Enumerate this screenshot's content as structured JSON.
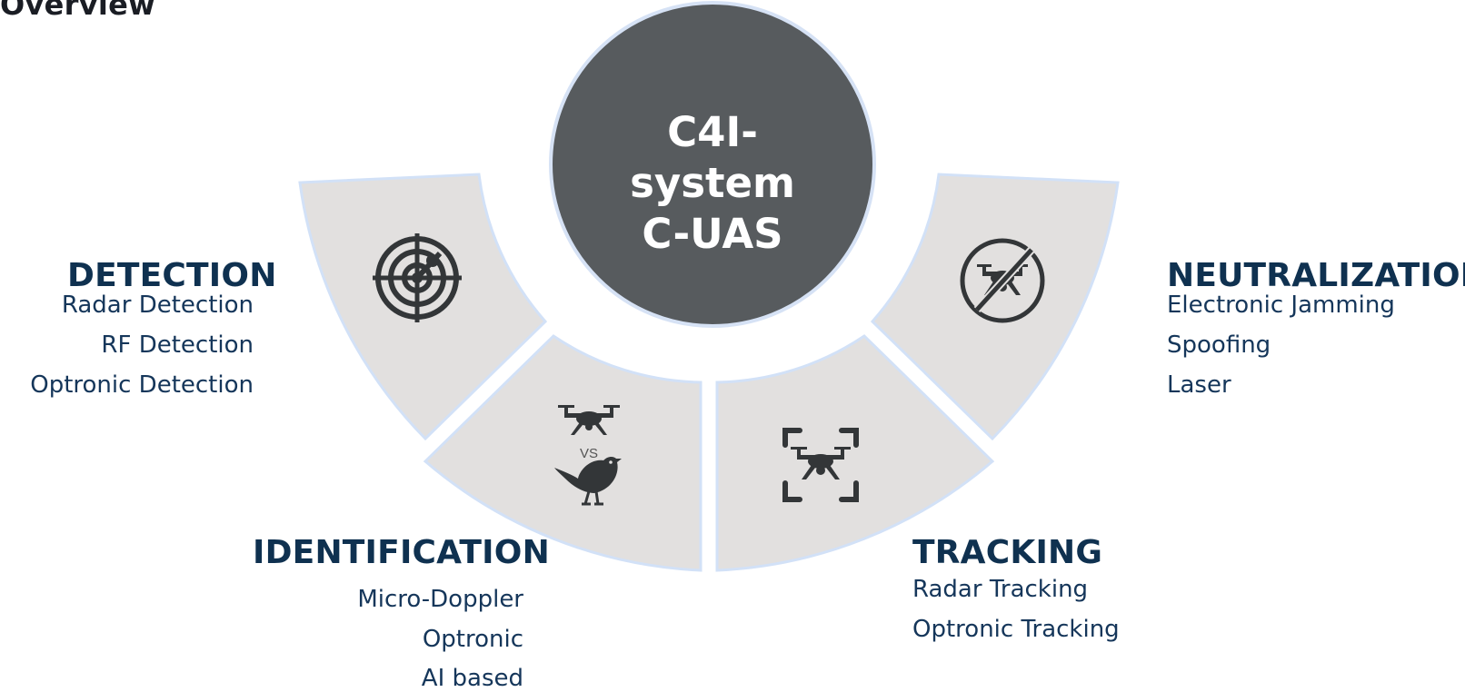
{
  "page": {
    "title": "Overview"
  },
  "center": {
    "lines": [
      "C4I-",
      "system",
      "C-UAS"
    ]
  },
  "sections": {
    "detection": {
      "heading": "DETECTION",
      "items": [
        "Radar Detection",
        "RF Detection",
        "Optronic Detection"
      ],
      "icon": "radar-icon"
    },
    "identification": {
      "heading": "IDENTIFICATION",
      "items": [
        "Micro-Doppler",
        "Optronic",
        "AI based"
      ],
      "icon": "drone-vs-bird-icon",
      "icon_text": "VS"
    },
    "tracking": {
      "heading": "TRACKING",
      "items": [
        "Radar Tracking",
        "Optronic Tracking"
      ],
      "icon": "drone-target-icon"
    },
    "neutralization": {
      "heading": "NEUTRALIZATION",
      "items": [
        "Electronic Jamming",
        "Spoofing",
        "Laser"
      ],
      "icon": "no-drone-icon"
    }
  },
  "colors": {
    "center_fill": "#575b5e",
    "segment_fill": "#e2e0df",
    "heading": "#0f3150",
    "item_text": "#15365a"
  }
}
